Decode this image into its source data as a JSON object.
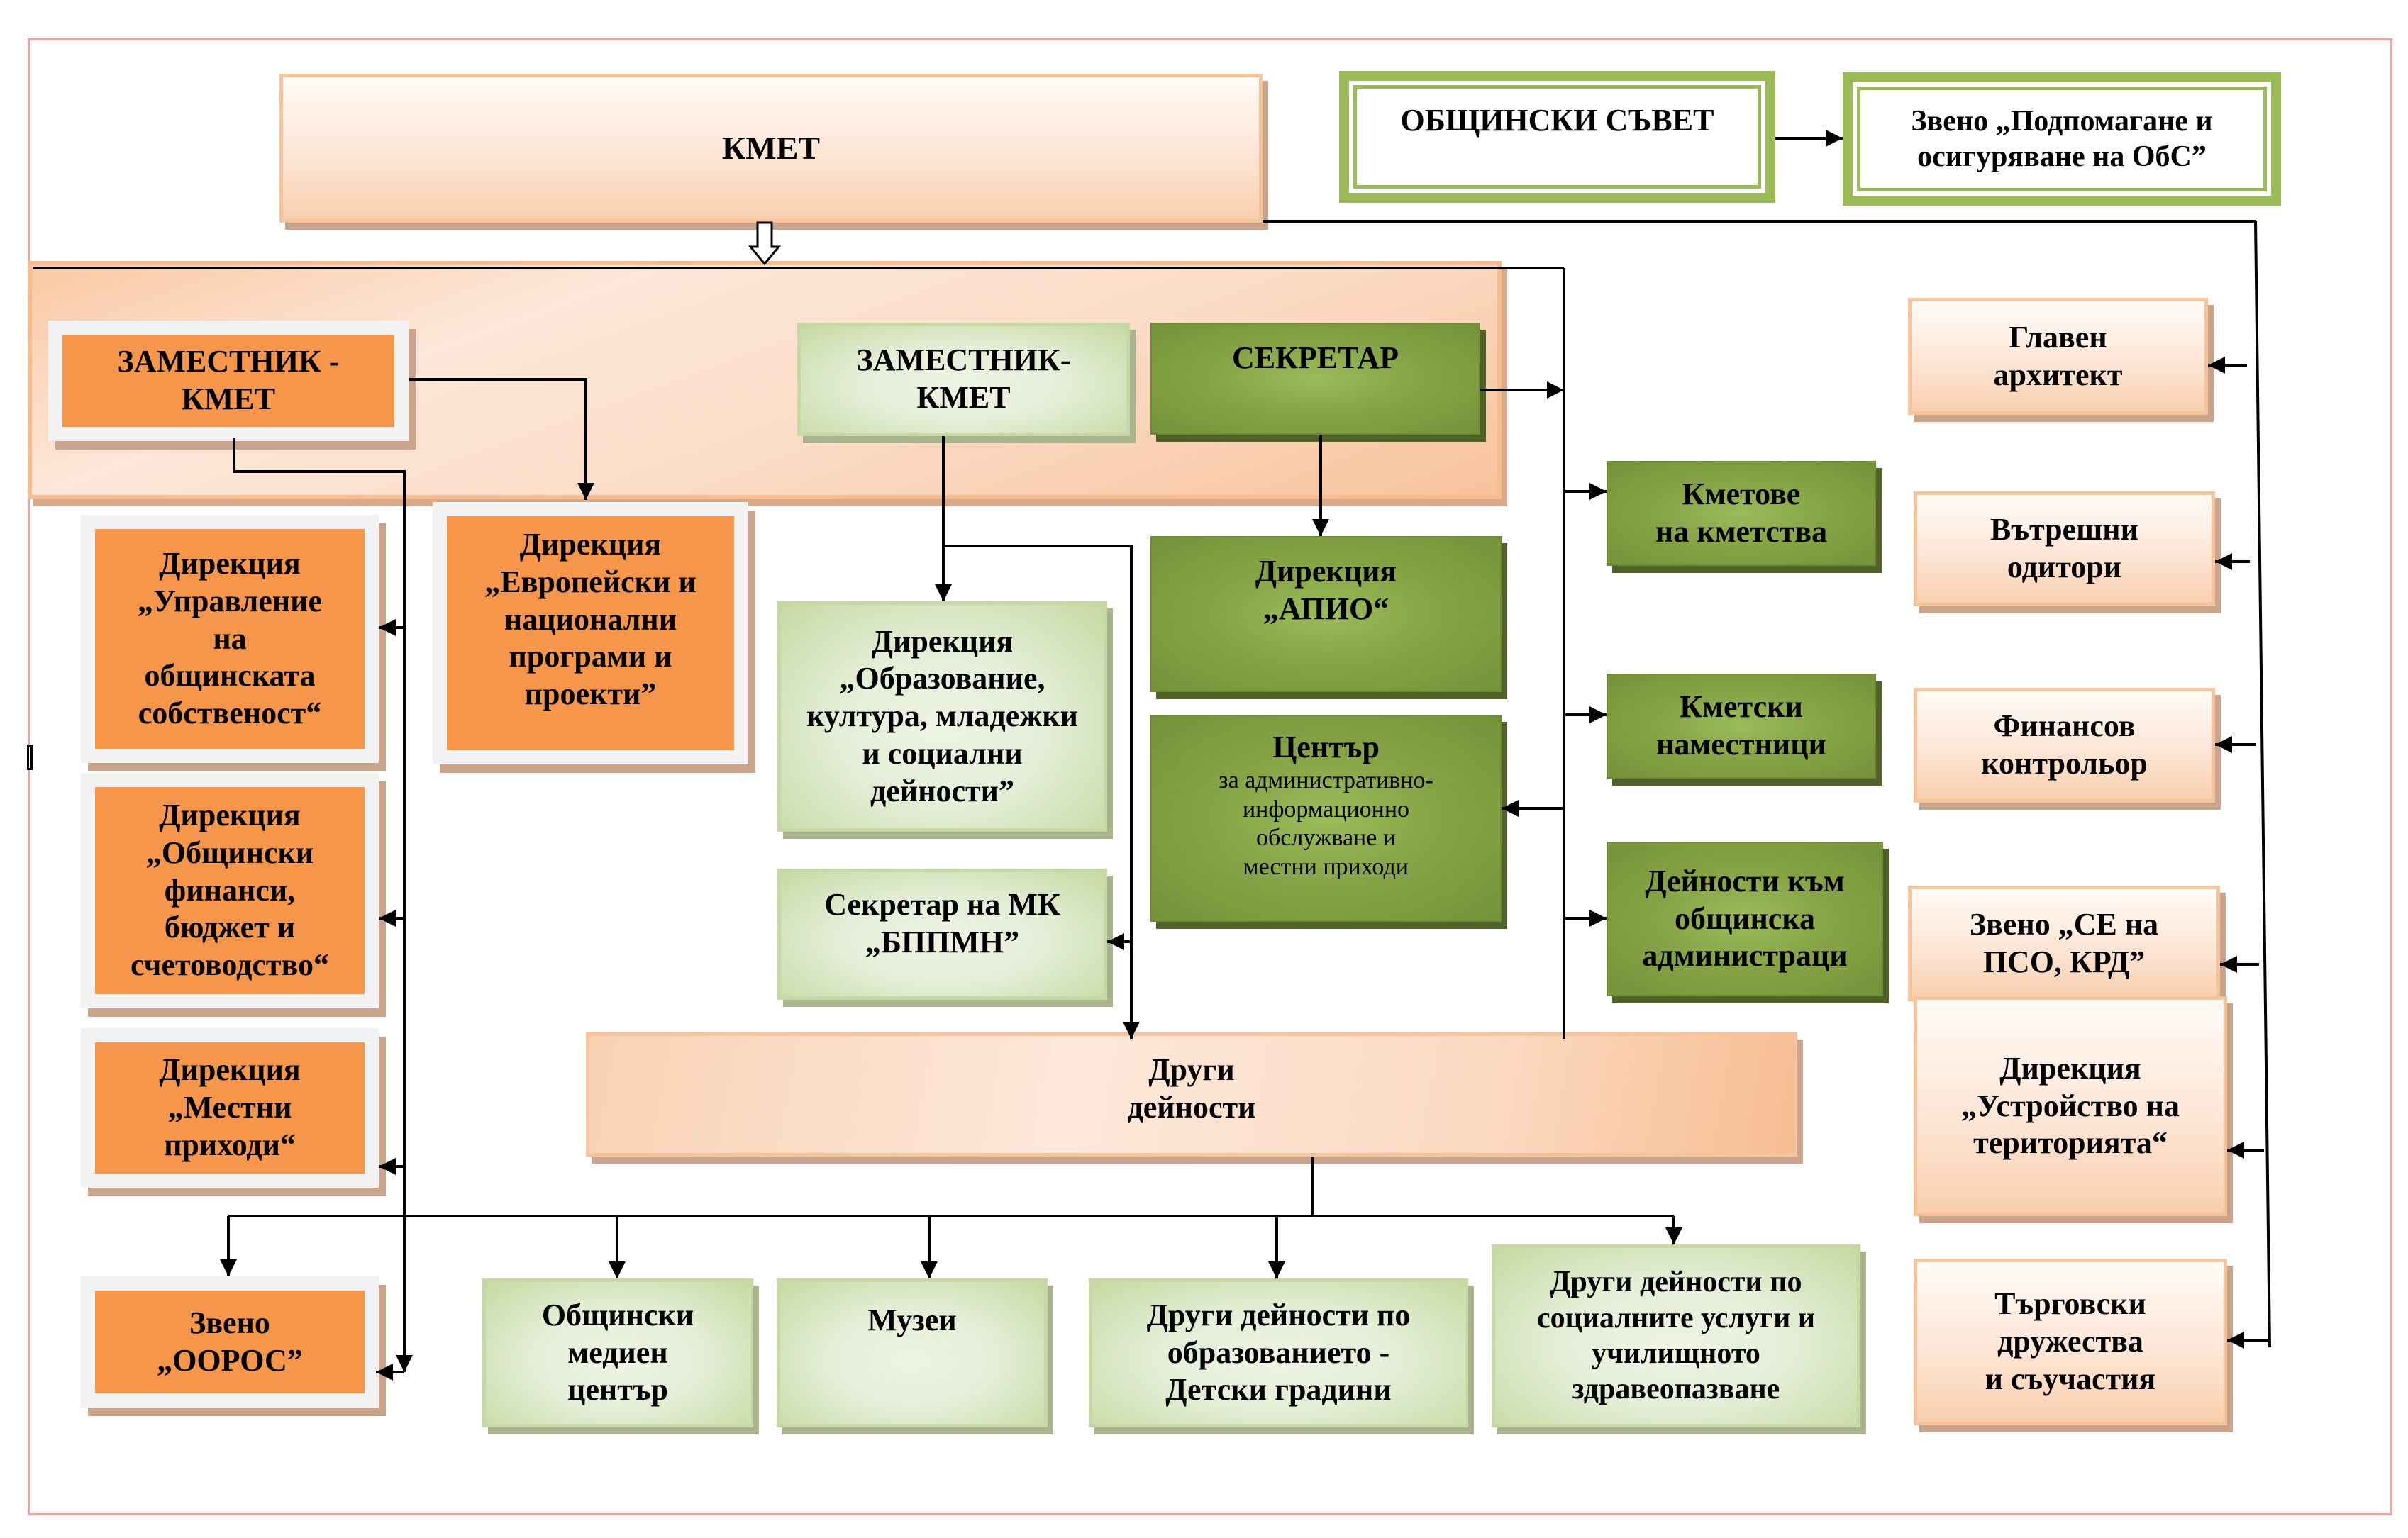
{
  "diagram_title": "Организационна структура на общинската администрация",
  "nodes": {
    "kmet": {
      "lines": [
        "КМЕТ"
      ]
    },
    "council": {
      "lines": [
        "ОБЩИНСКИ СЪВЕТ"
      ]
    },
    "zveno_obs": {
      "lines": [
        "Звено „Подпомагане и",
        "осигуряване на ОбС”"
      ]
    },
    "deputy_mayor_1": {
      "lines": [
        "ЗАМЕСТНИК -",
        "КМЕТ"
      ]
    },
    "deputy_mayor_2": {
      "lines": [
        "ЗАМЕСТНИК-",
        "КМЕТ"
      ]
    },
    "secretary": {
      "lines": [
        "СЕКРЕТАР"
      ]
    },
    "dir_property": {
      "lines": [
        "Дирекция",
        "„Управление",
        "на",
        "общинската",
        "собственост“"
      ]
    },
    "dir_european": {
      "lines": [
        "Дирекция",
        "„Европейски и",
        "национални",
        "програми и",
        "проекти”"
      ]
    },
    "dir_finance": {
      "lines": [
        "Дирекция",
        "„Общински",
        "финанси,",
        "бюджет и",
        "счетоводство“"
      ]
    },
    "dir_local_revenue": {
      "lines": [
        "Дирекция",
        "„Местни",
        "приходи“"
      ]
    },
    "zveno_ooros": {
      "lines": [
        "Звено",
        "„ООРОС”"
      ]
    },
    "dir_education": {
      "lines": [
        "Дирекция",
        "„Образование,",
        "култура, младежки",
        "и социални",
        "дейности”"
      ]
    },
    "secretary_mk": {
      "lines": [
        "Секретар на МК",
        "„БППМН”"
      ]
    },
    "dir_apio": {
      "lines": [
        "Дирекция",
        "„АПИО“"
      ]
    },
    "center": {
      "title": "Център",
      "lines": [
        "за административно-",
        "информационно",
        "обслужване  и",
        "местни приходи"
      ]
    },
    "mayors_villages": {
      "lines": [
        "Кметове",
        "на кметства"
      ]
    },
    "mayor_deputies": {
      "lines": [
        "Кметски",
        "наместници"
      ]
    },
    "admin_activities": {
      "lines": [
        "Дейности към",
        "общинска",
        "администраци"
      ]
    },
    "other_activities": {
      "lines": [
        "Други",
        "дейности"
      ]
    },
    "media_center": {
      "lines": [
        "Общински",
        "медиен",
        "център"
      ]
    },
    "museums": {
      "lines": [
        "Музеи"
      ]
    },
    "kindergartens": {
      "lines": [
        "Други дейности по",
        "образованието -",
        "Детски градини"
      ]
    },
    "social_health": {
      "lines": [
        "Други дейности по",
        "социалните услуги и",
        "училищното",
        "здравеопазване"
      ]
    },
    "chief_architect": {
      "lines": [
        "Главен",
        "архитект"
      ]
    },
    "internal_auditors": {
      "lines": [
        "Вътрешни",
        "одитори"
      ]
    },
    "financial_controller": {
      "lines": [
        "Финансов",
        "контрольор"
      ]
    },
    "zveno_ce": {
      "lines": [
        "Звено „СЕ на",
        "ПСО, КРД”"
      ]
    },
    "dir_territory": {
      "lines": [
        "Дирекция",
        "„Устройство на",
        "територията“"
      ]
    },
    "companies": {
      "lines": [
        "Търговски",
        "дружества",
        "и съучастия"
      ]
    }
  },
  "colors": {
    "orange": "#f5964a",
    "dark_green": "#76923a",
    "light_green": "#e4eed7",
    "peach": "#fde6d6",
    "council_border": "#9bbb59",
    "frame_border": "#f2a0a4",
    "line": "#000000"
  }
}
